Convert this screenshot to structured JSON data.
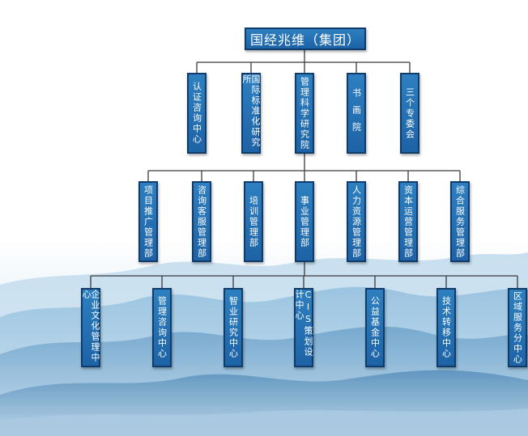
{
  "title": "国经兆维（集团）",
  "colors": {
    "box_fill": "#2166a8",
    "box_border": "#0f3c6a",
    "connector": "#3a3a3a",
    "mountain_light": "#c9e0ef",
    "mountain_dark": "#5d95bf"
  },
  "level1": [
    {
      "label": "认证咨询中心"
    },
    {
      "label": "国际标准化研究所"
    },
    {
      "label": "管理科学研究院"
    },
    {
      "label": "书画院"
    },
    {
      "label": "三个专委会"
    }
  ],
  "level2": [
    {
      "label": "项目推广管理部"
    },
    {
      "label": "咨询客服管理部"
    },
    {
      "label": "培训管理部"
    },
    {
      "label": "事业管理部"
    },
    {
      "label": "人力资源管理部"
    },
    {
      "label": "资本运营管理部"
    },
    {
      "label": "综合服务管理部"
    }
  ],
  "level3": [
    {
      "label": "企业文化管理中心"
    },
    {
      "label": "管理咨询中心"
    },
    {
      "label": "智业研究中心"
    },
    {
      "label": "CIS策划设计中心"
    },
    {
      "label": "公益基金中心"
    },
    {
      "label": "技术转移中心"
    },
    {
      "label": "区域服务分中心"
    }
  ]
}
